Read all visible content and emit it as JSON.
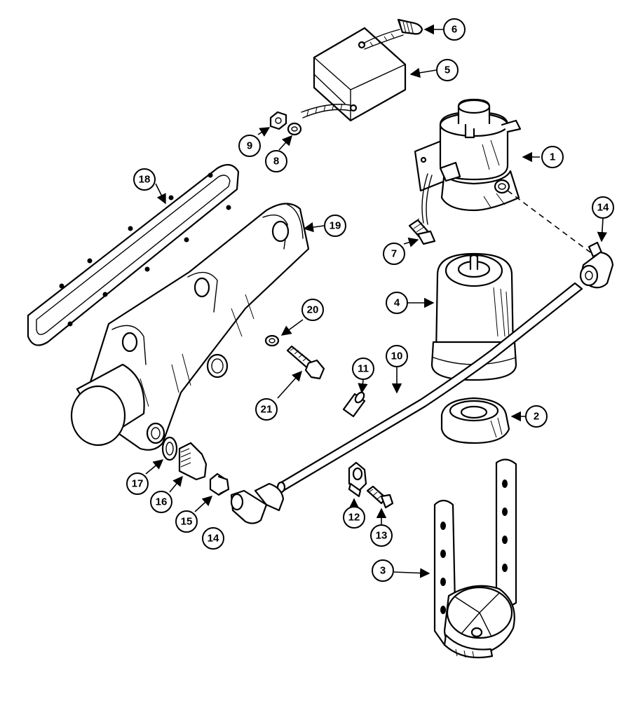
{
  "callouts": [
    {
      "id": "c1",
      "label": "1"
    },
    {
      "id": "c2",
      "label": "2"
    },
    {
      "id": "c3",
      "label": "3"
    },
    {
      "id": "c4",
      "label": "4"
    },
    {
      "id": "c5",
      "label": "5"
    },
    {
      "id": "c6",
      "label": "6"
    },
    {
      "id": "c7",
      "label": "7"
    },
    {
      "id": "c8",
      "label": "8"
    },
    {
      "id": "c9",
      "label": "9"
    },
    {
      "id": "c10",
      "label": "10"
    },
    {
      "id": "c11",
      "label": "11"
    },
    {
      "id": "c12",
      "label": "12"
    },
    {
      "id": "c13",
      "label": "13"
    },
    {
      "id": "c14a",
      "label": "14"
    },
    {
      "id": "c14b",
      "label": "14"
    },
    {
      "id": "c15",
      "label": "15"
    },
    {
      "id": "c16",
      "label": "16"
    },
    {
      "id": "c17",
      "label": "17"
    },
    {
      "id": "c18",
      "label": "18"
    },
    {
      "id": "c19",
      "label": "19"
    },
    {
      "id": "c20",
      "label": "20"
    },
    {
      "id": "c21",
      "label": "21"
    }
  ]
}
